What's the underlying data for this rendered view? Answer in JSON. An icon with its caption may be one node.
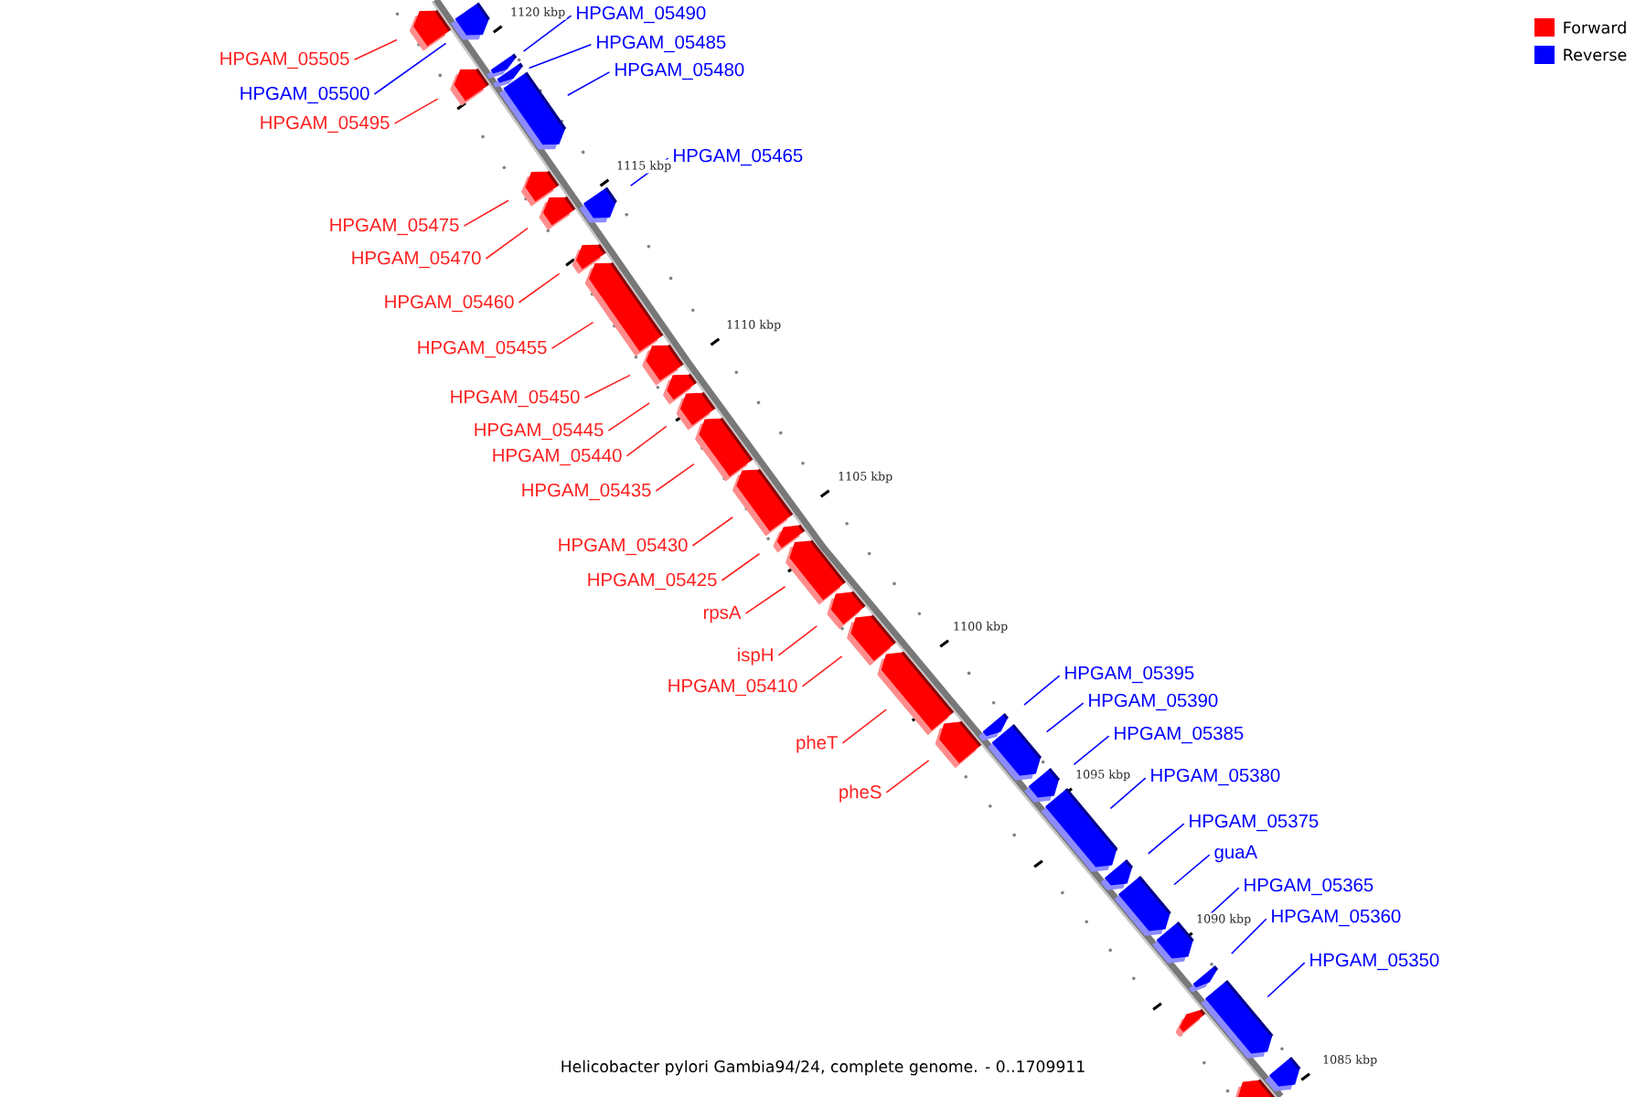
{
  "diagram": {
    "caption": "Helicobacter pylori Gambia94/24, complete genome. - 0..1709911",
    "nodes": [
      {
        "text": [
          "HPGAM_05505"
        ]
      },
      {
        "text": [
          "HPGAM_05490"
        ]
      },
      {
        "text": [
          "HPGAM_05485"
        ]
      },
      {
        "text": [
          "HPGAM_05480"
        ]
      },
      {
        "text": [
          "HPGAM_05500"
        ]
      },
      {
        "text": [
          "HPGAM_05495"
        ]
      },
      {
        "text": [
          "HPGAM_05465"
        ]
      },
      {
        "text": [
          "HPGAM_05475"
        ]
      },
      {
        "text": [
          "HPGAM_05470"
        ]
      },
      {
        "text": [
          "HPGAM_05460"
        ]
      },
      {
        "text": [
          "HPGAM_05455"
        ]
      },
      {
        "text": [
          "HPGAM_05450"
        ]
      },
      {
        "text": [
          "HPGAM_05445"
        ]
      },
      {
        "text": [
          "HPGAM_05440"
        ]
      },
      {
        "text": [
          "HPGAM_05435"
        ]
      },
      {
        "text": [
          "HPGAM_05430"
        ]
      },
      {
        "text": [
          "HPGAM_05425"
        ]
      },
      {
        "text": [
          "rpsA"
        ]
      },
      {
        "text": [
          "ispH"
        ]
      },
      {
        "text": [
          "HPGAM_05395"
        ]
      },
      {
        "text": [
          "HPGAM_05410"
        ]
      },
      {
        "text": [
          "HPGAM_05390"
        ]
      },
      {
        "text": [
          "HPGAM_05385"
        ]
      },
      {
        "text": [
          "pheT"
        ]
      },
      {
        "text": [
          "HPGAM_05380"
        ]
      },
      {
        "text": [
          "pheS"
        ]
      },
      {
        "text": [
          "HPGAM_05375"
        ]
      },
      {
        "text": [
          "guaA"
        ]
      },
      {
        "text": [
          "HPGAM_05365"
        ]
      },
      {
        "text": [
          "HPGAM_05360"
        ]
      },
      {
        "text": [
          "HPGAM_05350"
        ]
      },
      {
        "text": [],
        "shape": "bar"
      },
      {
        "text": [],
        "shape": "bar"
      },
      {
        "text": [],
        "shape": "bar"
      },
      {
        "text": [],
        "shape": "bar"
      },
      {
        "text": [],
        "shape": "bar"
      },
      {
        "text": [],
        "shape": "bar"
      },
      {
        "text": [],
        "shape": "bar"
      },
      {
        "text": [],
        "shape": "bar"
      },
      {
        "text": [],
        "shape": "bar"
      },
      {
        "text": [],
        "shape": "bar"
      },
      {
        "text": [],
        "shape": "bar"
      },
      {
        "text": [],
        "shape": "bar"
      },
      {
        "text": [],
        "shape": "bar"
      },
      {
        "text": [],
        "shape": "bar"
      },
      {
        "text": [],
        "shape": "bar"
      },
      {
        "text": [],
        "shape": "bar"
      },
      {
        "text": [],
        "shape": "bar"
      },
      {
        "text": [],
        "shape": "bar"
      },
      {
        "text": [],
        "shape": "bar"
      },
      {
        "text": [],
        "shape": "bar"
      },
      {
        "text": [],
        "shape": "bar"
      },
      {
        "text": [],
        "shape": "bar"
      },
      {
        "text": [],
        "shape": "bar"
      },
      {
        "text": [],
        "shape": "bar"
      },
      {
        "text": [],
        "shape": "bar"
      },
      {
        "text": [],
        "shape": "bar"
      },
      {
        "text": [],
        "shape": "bar"
      },
      {
        "text": [],
        "shape": "bar"
      },
      {
        "text": [],
        "shape": "bar"
      },
      {
        "text": [],
        "shape": "bar"
      },
      {
        "text": [],
        "shape": "bar"
      },
      {
        "text": [],
        "shape": "bar"
      },
      {
        "text": [],
        "shape": "bar"
      },
      {
        "text": [],
        "shape": "bar"
      }
    ],
    "edges": [
      {
        "from": 0,
        "to": 31,
        "arrow": "none"
      },
      {
        "from": 1,
        "to": 34,
        "arrow": "none",
        "color": "#0000ff"
      },
      {
        "from": 2,
        "to": 35,
        "arrow": "none",
        "color": "#0000ff"
      },
      {
        "from": 3,
        "to": 36,
        "arrow": "none",
        "color": "#0000ff"
      },
      {
        "from": 4,
        "to": 32,
        "arrow": "none",
        "color": "#0000ff"
      },
      {
        "from": 5,
        "to": 33,
        "arrow": "none"
      },
      {
        "from": 6,
        "to": 39,
        "arrow": "none",
        "color": "#0000ff"
      },
      {
        "from": 7,
        "to": 37,
        "arrow": "none"
      },
      {
        "from": 8,
        "to": 38,
        "arrow": "none"
      },
      {
        "from": 9,
        "to": 40,
        "arrow": "none"
      },
      {
        "from": 10,
        "to": 41,
        "arrow": "none"
      },
      {
        "from": 11,
        "to": 42,
        "arrow": "none"
      },
      {
        "from": 12,
        "to": 43,
        "arrow": "none"
      },
      {
        "from": 13,
        "to": 44,
        "arrow": "none"
      },
      {
        "from": 14,
        "to": 45,
        "arrow": "none"
      },
      {
        "from": 15,
        "to": 46,
        "arrow": "none"
      },
      {
        "from": 16,
        "to": 47,
        "arrow": "none"
      },
      {
        "from": 17,
        "to": 48,
        "arrow": "none"
      },
      {
        "from": 18,
        "to": 49,
        "arrow": "none"
      },
      {
        "from": 19,
        "to": 53,
        "arrow": "none",
        "color": "#0000ff"
      },
      {
        "from": 20,
        "to": 50,
        "arrow": "none"
      },
      {
        "from": 21,
        "to": 54,
        "arrow": "none",
        "color": "#0000ff"
      },
      {
        "from": 22,
        "to": 55,
        "arrow": "none",
        "color": "#0000ff"
      },
      {
        "from": 23,
        "to": 51,
        "arrow": "none"
      },
      {
        "from": 24,
        "to": 56,
        "arrow": "none",
        "color": "#0000ff"
      },
      {
        "from": 25,
        "to": 52,
        "arrow": "none"
      },
      {
        "from": 26,
        "to": 57,
        "arrow": "none",
        "color": "#0000ff"
      },
      {
        "from": 27,
        "to": 58,
        "arrow": "none",
        "color": "#0000ff"
      },
      {
        "from": 28,
        "to": 59,
        "arrow": "none",
        "color": "#0000ff"
      },
      {
        "from": 29,
        "to": 60,
        "arrow": "none",
        "color": "#0000ff"
      },
      {
        "from": 30,
        "to": 61,
        "arrow": "none",
        "color": "#0000ff"
      }
    ],
    "labels": [
      "1120 kbp",
      "1115 kbp",
      "1110 kbp",
      "1105 kbp",
      "1100 kbp",
      "1095 kbp",
      "1090 kbp",
      "1085 kbp"
    ],
    "legend": [
      {
        "text": "Forward",
        "color": "#ff0000"
      },
      {
        "text": "Reverse",
        "color": "#0000ff"
      }
    ]
  }
}
